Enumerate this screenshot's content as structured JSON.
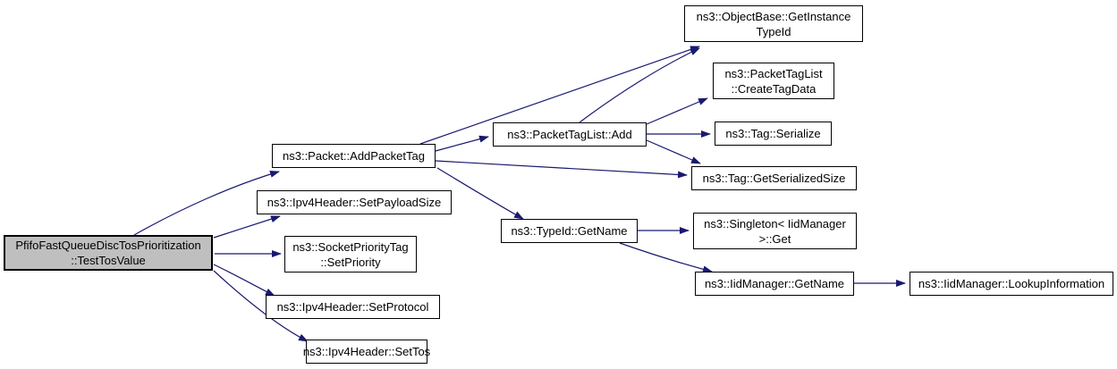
{
  "colors": {
    "edge": "#191970",
    "node_border": "#000000",
    "node_fill": "#ffffff",
    "highlight_fill": "#bfbfbf",
    "background": "#ffffff",
    "text": "#000000"
  },
  "nodes": {
    "test_tos_value": {
      "line1": "PfifoFastQueueDiscTosPrioritization",
      "line2": "::TestTosValue",
      "highlighted": true
    },
    "add_packet_tag": {
      "line1": "ns3::Packet::AddPacketTag"
    },
    "set_payload_size": {
      "line1": "ns3::Ipv4Header::SetPayloadSize"
    },
    "set_priority": {
      "line1": "ns3::SocketPriorityTag",
      "line2": "::SetPriority"
    },
    "set_protocol": {
      "line1": "ns3::Ipv4Header::SetProtocol"
    },
    "set_tos": {
      "line1": "ns3::Ipv4Header::SetTos"
    },
    "packet_tag_list_add": {
      "line1": "ns3::PacketTagList::Add"
    },
    "type_id_get_name": {
      "line1": "ns3::TypeId::GetName"
    },
    "get_instance_type_id": {
      "line1": "ns3::ObjectBase::GetInstance",
      "line2": "TypeId"
    },
    "create_tag_data": {
      "line1": "ns3::PacketTagList",
      "line2": "::CreateTagData"
    },
    "tag_serialize": {
      "line1": "ns3::Tag::Serialize"
    },
    "tag_get_serialized_size": {
      "line1": "ns3::Tag::GetSerializedSize"
    },
    "singleton_get": {
      "line1": "ns3::Singleton< IidManager",
      "line2": ">::Get"
    },
    "iid_manager_get_name": {
      "line1": "ns3::IidManager::GetName"
    },
    "lookup_information": {
      "line1": "ns3::IidManager::LookupInformation"
    }
  },
  "edges": [
    {
      "from": "test_tos_value",
      "to": "add_packet_tag"
    },
    {
      "from": "test_tos_value",
      "to": "set_payload_size"
    },
    {
      "from": "test_tos_value",
      "to": "set_priority"
    },
    {
      "from": "test_tos_value",
      "to": "set_protocol"
    },
    {
      "from": "test_tos_value",
      "to": "set_tos"
    },
    {
      "from": "add_packet_tag",
      "to": "get_instance_type_id"
    },
    {
      "from": "add_packet_tag",
      "to": "packet_tag_list_add"
    },
    {
      "from": "add_packet_tag",
      "to": "tag_get_serialized_size"
    },
    {
      "from": "add_packet_tag",
      "to": "type_id_get_name"
    },
    {
      "from": "packet_tag_list_add",
      "to": "get_instance_type_id"
    },
    {
      "from": "packet_tag_list_add",
      "to": "create_tag_data"
    },
    {
      "from": "packet_tag_list_add",
      "to": "tag_serialize"
    },
    {
      "from": "packet_tag_list_add",
      "to": "tag_get_serialized_size"
    },
    {
      "from": "type_id_get_name",
      "to": "singleton_get"
    },
    {
      "from": "type_id_get_name",
      "to": "iid_manager_get_name"
    },
    {
      "from": "iid_manager_get_name",
      "to": "lookup_information"
    }
  ]
}
